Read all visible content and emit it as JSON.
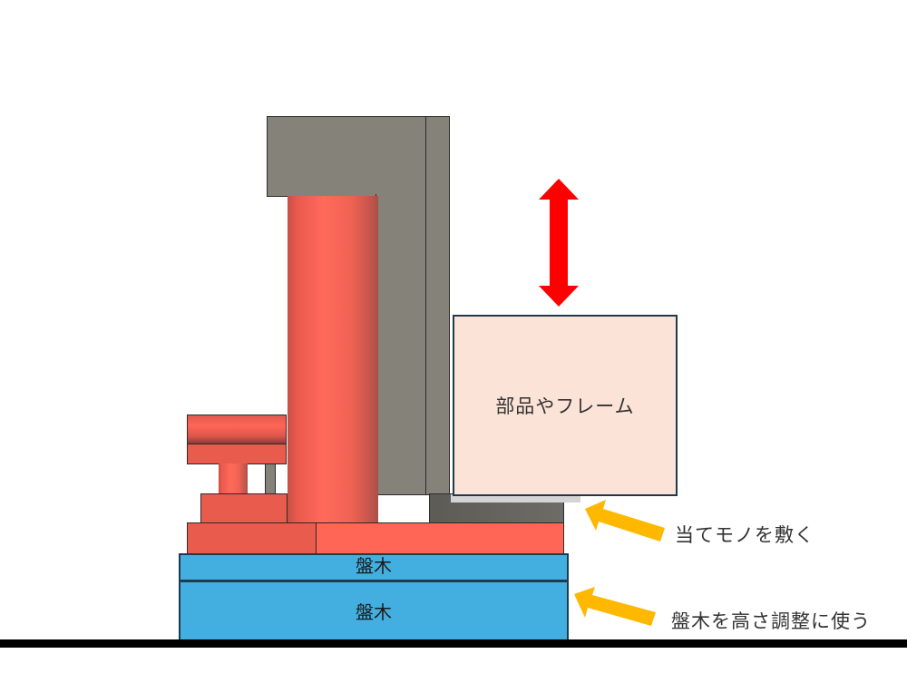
{
  "diagram": {
    "labels": {
      "part": "部品やフレーム",
      "shim": "当てモノを敷く",
      "board_top": "盤木",
      "board_bottom": "盤木",
      "board_note": "盤木を高さ調整に使う"
    },
    "icons": {
      "vertical_arrow": "double-headed-vertical-arrow",
      "shim_arrow": "pointer-arrow",
      "board_arrow": "pointer-arrow"
    },
    "colors": {
      "frame_gray": "#858279",
      "red_parts": "#ff6655",
      "board_blue": "#43afe0",
      "part_fill": "#fbe3d7",
      "vertical_arrow": "#ff0000",
      "pointer_arrows": "#ffb800",
      "ground": "#000000"
    }
  }
}
